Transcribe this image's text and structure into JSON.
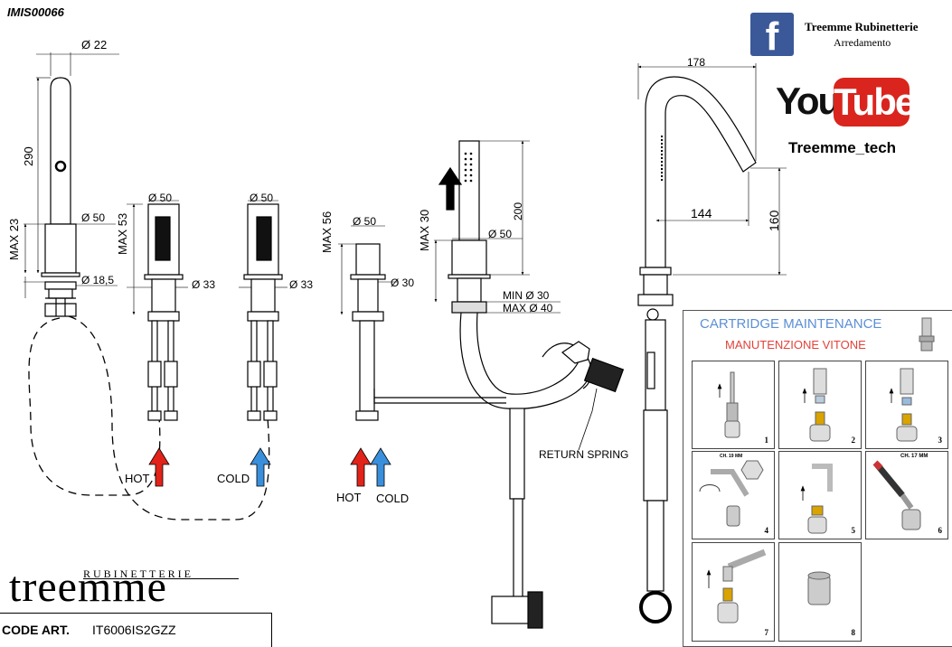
{
  "header": {
    "code": "IMIS00066"
  },
  "brand": {
    "facebook_icon": "facebook-icon",
    "facebook_glyph": "f",
    "facebook_name": "Treemme Rubinetterie",
    "facebook_sub": "Arredamento",
    "youtube_icon": "youtube-icon",
    "youtube_you": "You",
    "youtube_tube": "Tube",
    "youtube_channel": "Treemme_tech",
    "facebook_color": "#3b5998",
    "youtube_color": "#d9251d"
  },
  "dimensions": {
    "d22": "Ø 22",
    "h290": "290",
    "max23": "MAX 23",
    "d50_spout": "Ø 50",
    "d18_5": "Ø 18,5",
    "d50_a": "Ø 50",
    "max53": "MAX 53",
    "d33_a": "Ø 33",
    "d50_b": "Ø 50",
    "d33_b": "Ø 33",
    "max56": "MAX 56",
    "d50_c": "Ø 50",
    "d30_c": "Ø 30",
    "max30": "MAX 30",
    "h200": "200",
    "d50_d": "Ø 50",
    "min30": "MIN Ø 30",
    "max40": "MAX Ø 40",
    "w178": "178",
    "w144": "144",
    "h160": "160"
  },
  "labels": {
    "hot_1": "HOT",
    "cold_1": "COLD",
    "hot_2": "HOT",
    "cold_2": "COLD",
    "return_spring": "RETURN SPRING",
    "hot_color": "#e2231a",
    "cold_color": "#3a8fdc"
  },
  "logo": {
    "sub": "RUBINETTERIE",
    "main": "treemme"
  },
  "code_art": {
    "label": "CODE ART.",
    "value": "IT6006IS2GZZ"
  },
  "maintenance": {
    "title": "CARTRIDGE MAINTENANCE",
    "subtitle": "MANUTENZIONE VITONE",
    "title_color": "#5b8fd6",
    "subtitle_color": "#e0433a",
    "steps": [
      {
        "num": "1",
        "note": ""
      },
      {
        "num": "2",
        "note": ""
      },
      {
        "num": "3",
        "note": ""
      },
      {
        "num": "4",
        "note": "CH. 19 MM"
      },
      {
        "num": "5",
        "note": ""
      },
      {
        "num": "6",
        "note": "CH. 17 MM"
      },
      {
        "num": "7",
        "note": ""
      },
      {
        "num": "8",
        "note": ""
      }
    ]
  }
}
